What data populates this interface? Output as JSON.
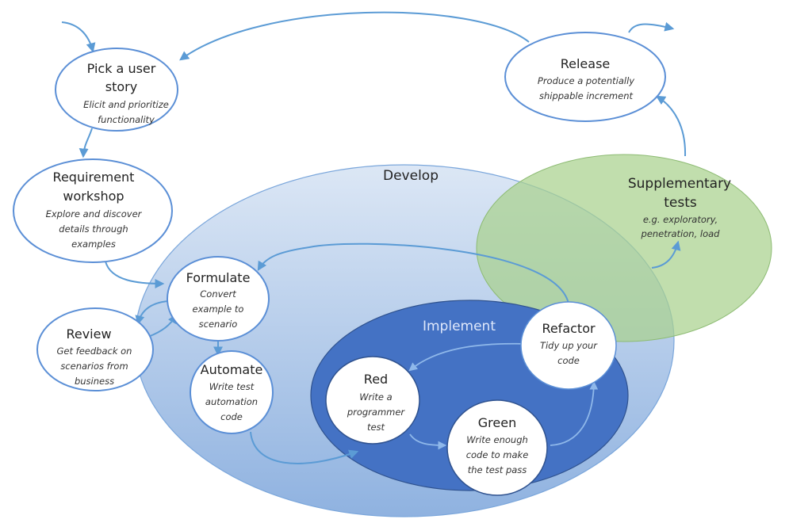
{
  "diagram": {
    "regions": {
      "develop": {
        "label": "Develop"
      },
      "implement": {
        "label": "Implement"
      },
      "supplementary": {
        "title_lines": [
          "Supplementary",
          "tests"
        ],
        "desc_lines": [
          "e.g. exploratory,",
          "penetration, load"
        ]
      }
    },
    "nodes": {
      "pick_story": {
        "title_lines": [
          "Pick a user",
          "story"
        ],
        "desc_lines": [
          "Elicit and prioritize",
          "functionality"
        ]
      },
      "release": {
        "title_lines": [
          "Release"
        ],
        "desc_lines": [
          "Produce a potentially",
          "shippable increment"
        ]
      },
      "requirement_workshop": {
        "title_lines": [
          "Requirement",
          "workshop"
        ],
        "desc_lines": [
          "Explore and discover",
          "details through",
          "examples"
        ]
      },
      "formulate": {
        "title_lines": [
          "Formulate"
        ],
        "desc_lines": [
          "Convert",
          "example to",
          "scenario"
        ]
      },
      "review": {
        "title_lines": [
          "Review"
        ],
        "desc_lines": [
          "Get feedback on",
          "scenarios from",
          "business"
        ]
      },
      "automate": {
        "title_lines": [
          "Automate"
        ],
        "desc_lines": [
          "Write test",
          "automation",
          "code"
        ]
      },
      "red": {
        "title_lines": [
          "Red"
        ],
        "desc_lines": [
          "Write a",
          "programmer",
          "test"
        ]
      },
      "green": {
        "title_lines": [
          "Green"
        ],
        "desc_lines": [
          "Write enough",
          "code to make",
          "the test pass"
        ]
      },
      "refactor": {
        "title_lines": [
          "Refactor"
        ],
        "desc_lines": [
          "Tidy up your",
          "code"
        ]
      }
    },
    "colors": {
      "arrow": "#5b9bd5",
      "node_stroke": "#5b8fd6",
      "implement_fill": "#4472c4",
      "supplementary_fill": "#a9d18e"
    }
  }
}
